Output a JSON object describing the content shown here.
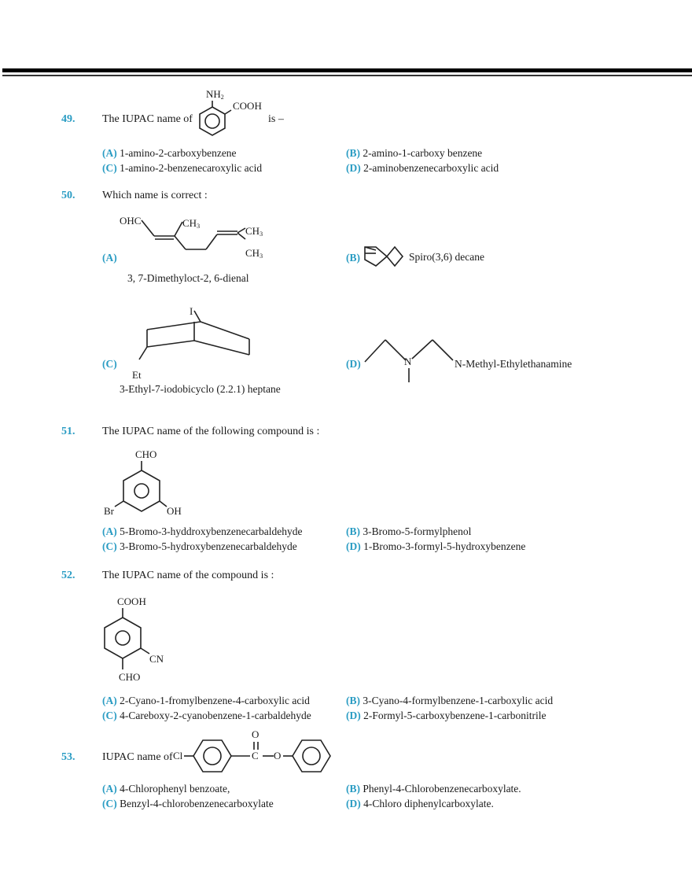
{
  "questions": [
    {
      "number": "49.",
      "text_before": "The IUPAC name of",
      "text_after": "is –",
      "structure": {
        "labels": [
          "NH2",
          "COOH"
        ]
      },
      "options": [
        {
          "label": "(A)",
          "text": "1-amino-2-carboxybenzene"
        },
        {
          "label": "(B)",
          "text": "2-amino-1-carboxy benzene"
        },
        {
          "label": "(C)",
          "text": "1-amino-2-benzenecaroxylic acid"
        },
        {
          "label": "(D)",
          "text": "2-aminobenzenecarboxylic acid"
        }
      ]
    },
    {
      "number": "50.",
      "text": "Which name is correct :",
      "options": [
        {
          "label": "(A)",
          "text": "3, 7-Dimethyloct-2, 6-dienal",
          "structure_labels": [
            "OHC",
            "CH3",
            "CH3",
            "CH3"
          ]
        },
        {
          "label": "(B)",
          "text": "Spiro(3,6) decane"
        },
        {
          "label": "(C)",
          "text": "3-Ethyl-7-iodobicyclo (2.2.1) heptane",
          "structure_labels": [
            "I",
            "Et"
          ]
        },
        {
          "label": "(D)",
          "text": "N-Methyl-Ethylethanamine",
          "structure_labels": [
            "N"
          ]
        }
      ]
    },
    {
      "number": "51.",
      "text": "The IUPAC name of the following compound is :",
      "structure": {
        "labels": [
          "CHO",
          "Br",
          "OH"
        ]
      },
      "options": [
        {
          "label": "(A)",
          "text": "5-Bromo-3-hyddroxybenzenecarbaldehyde"
        },
        {
          "label": "(B)",
          "text": "3-Bromo-5-formylphenol"
        },
        {
          "label": "(C)",
          "text": "3-Bromo-5-hydroxybenzenecarbaldehyde"
        },
        {
          "label": "(D)",
          "text": "1-Bromo-3-formyl-5-hydroxybenzene"
        }
      ]
    },
    {
      "number": "52.",
      "text": "The IUPAC name of the compound is :",
      "structure": {
        "labels": [
          "COOH",
          "CN",
          "CHO"
        ]
      },
      "options": [
        {
          "label": "(A)",
          "text": "2-Cyano-1-fromylbenzene-4-carboxylic acid"
        },
        {
          "label": "(B)",
          "text": "3-Cyano-4-formylbenzene-1-carboxylic acid"
        },
        {
          "label": "(C)",
          "text": "4-Careboxy-2-cyanobenzene-1-carbaldehyde"
        },
        {
          "label": "(D)",
          "text": "2-Formyl-5-carboxybenzene-1-carbonitrile"
        }
      ]
    },
    {
      "number": "53.",
      "text": "IUPAC name of",
      "structure": {
        "labels": [
          "Cl",
          "O",
          "C",
          "O"
        ]
      },
      "options": [
        {
          "label": "(A)",
          "text": "4-Chlorophenyl benzoate,"
        },
        {
          "label": "(B)",
          "text": " Phenyl-4-Chlorobenzenecarboxylate."
        },
        {
          "label": "(C)",
          "text": "Benzyl-4-chlorobenzenecarboxylate"
        },
        {
          "label": "(D)",
          "text": "4-Chloro diphenylcarboxylate."
        }
      ]
    }
  ],
  "colors": {
    "label": "#2a9cc3",
    "text": "#1a1a1a",
    "rule": "#000000"
  }
}
